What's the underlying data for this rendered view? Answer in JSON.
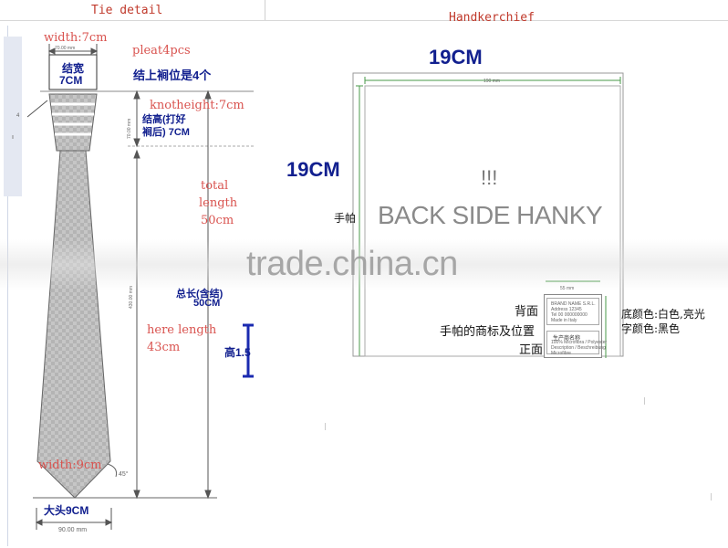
{
  "headers": {
    "tie": "Tie detail",
    "hanky": "Handkerchief"
  },
  "tie": {
    "width_top_red": "width:7cm",
    "width_top_mm": "70.00 mm",
    "knot_box_cn": "结宽",
    "knot_box_cm": "7CM",
    "pleat": "pleat4pcs",
    "pleat_cn": "结上裥位是4个",
    "knot_height_red": "knotheight:7cm",
    "knot_height_cn1": "结高(打好",
    "knot_height_cn2": "裥后) 7CM",
    "knot_height_mm": "70.00 mm",
    "total_l1": "total",
    "total_l2": "length",
    "total_l3": "50cm",
    "total_cn": "总长(含结)",
    "total_cm": "50CM",
    "total_mm": "430.00 mm",
    "here_l1": "here length",
    "here_l2": "43cm",
    "side_mark": "高1.5",
    "bottom_red": "width:9cm",
    "bottom_cn": "大头9CM",
    "bottom_mm": "90.00 mm",
    "angle": "45°",
    "left_mark": "4"
  },
  "hanky": {
    "top_cm": "19CM",
    "left_cm": "19CM",
    "top_mm": "190 mm",
    "center_mark": "!!!",
    "back_side": "BACK SIDE HANKY",
    "label_hanky": "手帕",
    "label_back": "背面",
    "label_logo": "手帕的商标及位置",
    "label_front": "正面",
    "color_base": "底颜色:白色,亮光",
    "color_text": "字颜色:黑色",
    "logo_mm": "55 mm",
    "logo_lines_top": [
      "BRAND NAME S.R.L.",
      "Address 12345",
      "Tel 00 000000000",
      "Made in Italy"
    ],
    "logo_lines_bottom": [
      "生产商名称",
      "100% Microfibra / Polyester",
      "Description / Beschreibung",
      "Microfibre"
    ]
  },
  "watermark": "trade.china.cn"
}
